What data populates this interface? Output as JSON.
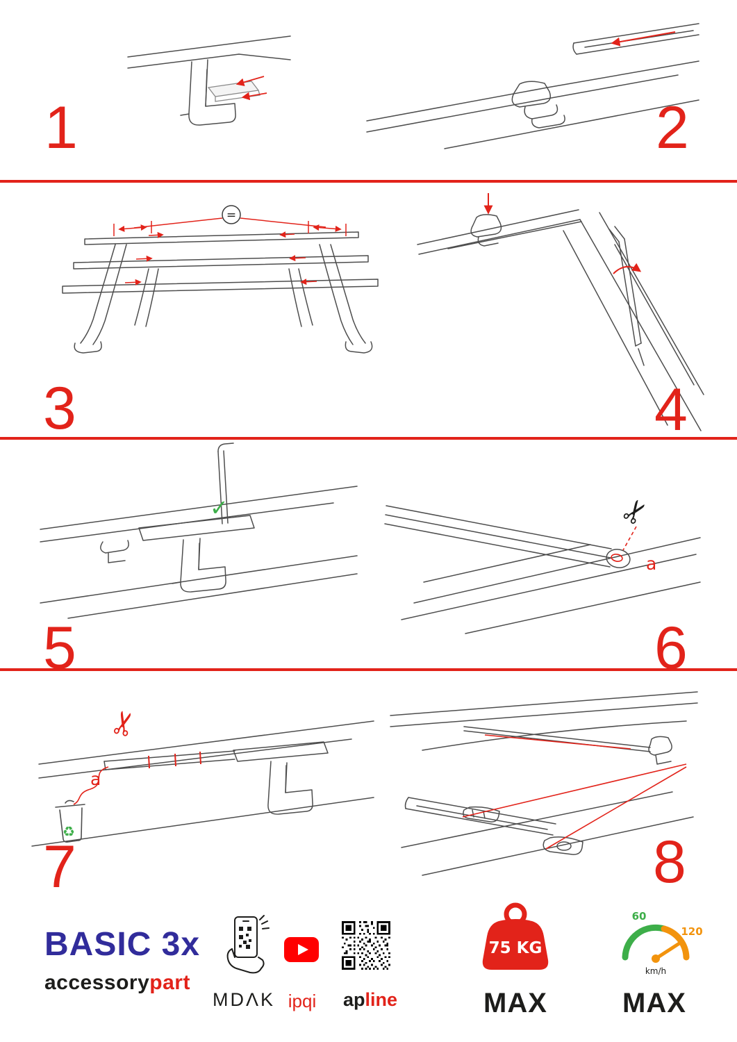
{
  "colors": {
    "accent_red": "#e2231a",
    "brand_navy": "#312c9b",
    "text_dark": "#1d1d1b",
    "check_green": "#3dae49",
    "gauge_orange": "#f2930d",
    "youtube_red": "#ff0000"
  },
  "steps": [
    {
      "number": "1"
    },
    {
      "number": "2"
    },
    {
      "number": "3"
    },
    {
      "number": "4"
    },
    {
      "number": "5"
    },
    {
      "number": "6"
    },
    {
      "number": "7"
    },
    {
      "number": "8"
    }
  ],
  "annotations": {
    "equal_badge": "=",
    "check_mark": "✓",
    "cut_label_step6": "a",
    "cut_label_step7": "a",
    "scissors_glyph": "✂",
    "recycle_glyph": "♻"
  },
  "footer": {
    "product_name": "BASIC 3x",
    "brand_part1": "accessory",
    "brand_part2": "part",
    "mdak_label": "MDΛK",
    "ipqi_label": "ipqi",
    "apline_part1": "ap",
    "apline_part2": "line",
    "weight_limit": "75 KG",
    "weight_max_label": "MAX",
    "speed_tick_low": "60",
    "speed_tick_high": "120",
    "speed_unit": "km/h",
    "speed_max_label": "MAX"
  }
}
